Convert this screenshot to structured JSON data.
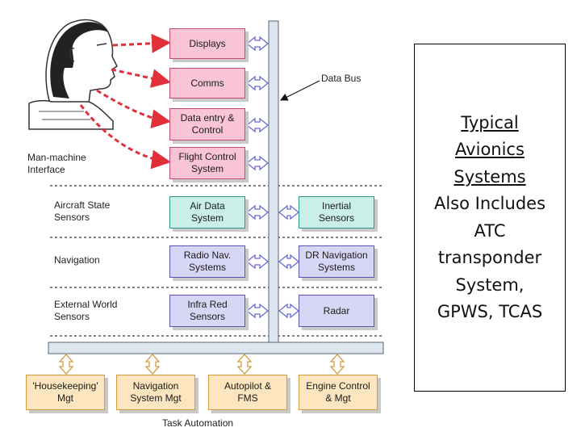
{
  "diagram": {
    "data_bus_label": "Data Bus",
    "task_automation_label": "Task Automation",
    "rows": [
      {
        "key": "mmi",
        "label": "Man-machine\nInterface"
      },
      {
        "key": "aircraft_state",
        "label": "Aircraft State\nSensors"
      },
      {
        "key": "navigation",
        "label": "Navigation"
      },
      {
        "key": "external_world",
        "label": "External World\nSensors"
      }
    ],
    "boxes": {
      "displays": "Displays",
      "comms": "Comms",
      "data_entry": "Data entry &\nControl",
      "flight_control": "Flight Control\nSystem",
      "air_data": "Air Data\nSystem",
      "inertial": "Inertial\nSensors",
      "radio_nav": "Radio Nav.\nSystems",
      "dr_nav": "DR Navigation\nSystems",
      "infra_red": "Infra Red\nSensors",
      "radar": "Radar",
      "housekeeping": "'Housekeeping'\nMgt",
      "nav_system_mgt": "Navigation\nSystem Mgt",
      "autopilot": "Autopilot &\nFMS",
      "engine_control": "Engine Control\n& Mgt"
    },
    "colors": {
      "mmi": "#f9c4d6",
      "aircraft_state": "#c9efe8",
      "navigation": "#d8d6f5",
      "task_automation": "#fde6bf",
      "arrow_red": "#e0303a",
      "bus": "#dde5ee"
    }
  },
  "note": {
    "title": "Typical Avionics Systems",
    "body": "Also Includes ATC transponder System, GPWS, TCAS"
  }
}
